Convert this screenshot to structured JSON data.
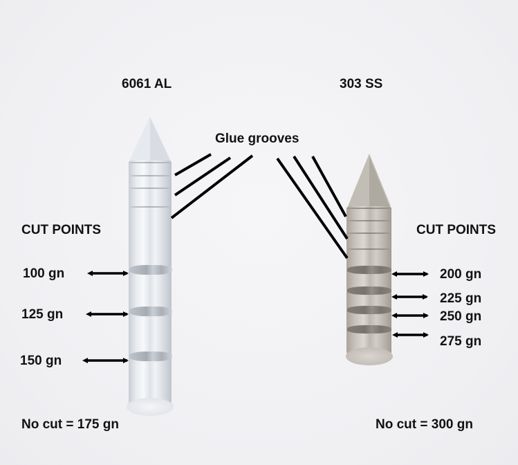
{
  "diagram": {
    "left_specimen": {
      "title": "6061 AL",
      "section_label": "CUT POINTS",
      "cut_points": [
        {
          "label": "100 gn",
          "weight_gn": 100
        },
        {
          "label": "125 gn",
          "weight_gn": 125
        },
        {
          "label": "150 gn",
          "weight_gn": 150
        }
      ],
      "no_cut_label": "No cut = 175 gn",
      "glue_grooves": 3,
      "material_color": "#e6e9ee"
    },
    "right_specimen": {
      "title": "303 SS",
      "section_label": "CUT POINTS",
      "cut_points": [
        {
          "label": "200 gn",
          "weight_gn": 200
        },
        {
          "label": "225 gn",
          "weight_gn": 225
        },
        {
          "label": "250 gn",
          "weight_gn": 250
        },
        {
          "label": "275 gn",
          "weight_gn": 275
        }
      ],
      "no_cut_label": "No cut = 300 gn",
      "glue_grooves": 3,
      "material_color": "#c2bdb5"
    },
    "shared_callout": {
      "label": "Glue grooves"
    },
    "annotation_color": "#000000",
    "background_color": "#f2f2f4"
  }
}
